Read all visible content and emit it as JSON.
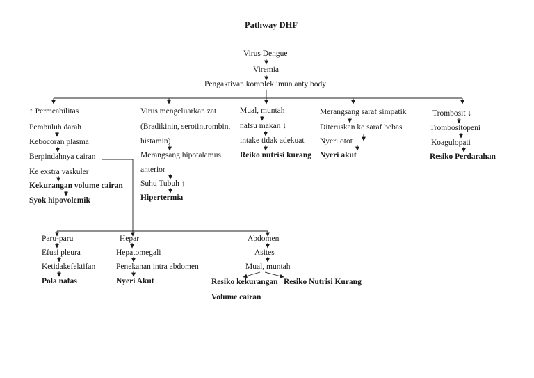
{
  "title": "Pathway DHF",
  "top_chain": [
    "Virus Dengue",
    "Viremia",
    "Pengaktivan komplek imun anty body"
  ],
  "branches": {
    "vascular": [
      "↑ Permeabilitas",
      "Pembuluh darah",
      "Kebocoran plasma",
      "Berpindahnya cairan",
      "Ke exstra vaskuler",
      "Kekurangan volume cairan",
      "Syok hipovolemik"
    ],
    "thermal": [
      "Virus mengeluarkan zat",
      "(Bradikinin, serotintrombin,",
      "histamin)",
      "Merangsang hipotalamus",
      "anterior",
      "Suhu Tubuh ↑",
      "Hipertermia"
    ],
    "nutrition": [
      "Mual, muntah",
      "nafsu makan ↓",
      "intake tidak adekuat",
      "Reiko nutrisi kurang"
    ],
    "pain": [
      "Merangsang saraf simpatik",
      "Diteruskan ke saraf bebas",
      "Nyeri otot",
      "Nyeri akut"
    ],
    "bleeding": [
      "Trombosit ↓",
      "Trombositopeni",
      "Koagulopati",
      "Resiko Perdarahan"
    ]
  },
  "organ_branches": {
    "lung": [
      "Paru-paru",
      "Efusi pleura",
      "Ketidakefektifan",
      "Pola nafas"
    ],
    "liver": [
      "Hepar",
      "Hepatomegali",
      "Penekanan intra abdomen",
      "Nyeri Akut"
    ],
    "abdomen": [
      "Abdomen",
      "Asites",
      "Mual, muntah",
      "Resiko kekurangan",
      "Volume cairan",
      "Resiko Nutrisi Kurang"
    ]
  },
  "colors": {
    "text": "#1b1b1b",
    "line": "#1f1f1f",
    "background": "#ffffff"
  }
}
